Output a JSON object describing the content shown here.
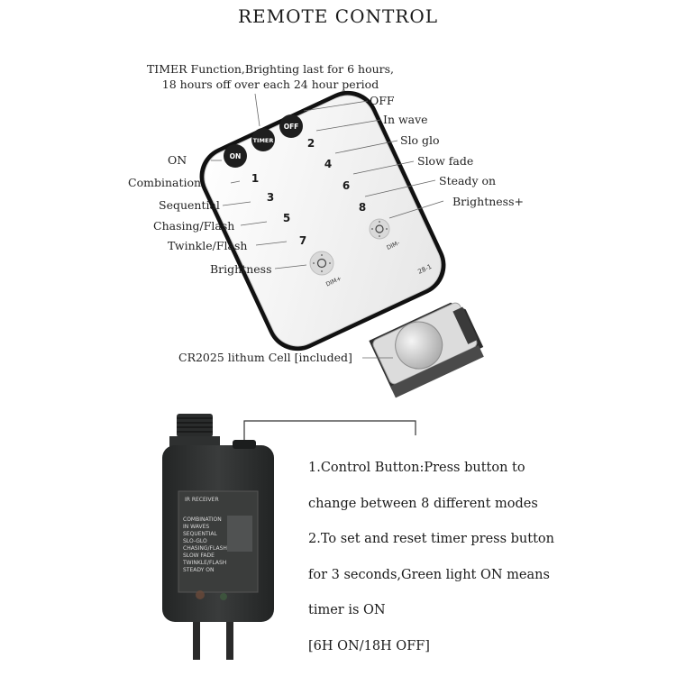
{
  "title": "REMOTE CONTROL",
  "timer_note": {
    "line1": "TIMER Function,Brighting last for 6 hours,",
    "line2": "18 hours off over each 24 hour period"
  },
  "left_labels": {
    "on": "ON",
    "combination": "Combination",
    "sequential": "Sequential",
    "chasing": "Chasing/Flash",
    "twinkle": "Twinkle/Flash",
    "brightness": "Brightness"
  },
  "right_labels": {
    "off": "OFF",
    "in_wave": "In wave",
    "slo_glo": "Slo glo",
    "slow_fade": "Slow fade",
    "steady_on": "Steady on",
    "brightness_plus": "Brightness+"
  },
  "remote": {
    "on_btn": "ON",
    "timer_btn": "TIMER",
    "off_btn": "OFF",
    "numbers": [
      "1",
      "2",
      "3",
      "4",
      "5",
      "6",
      "7",
      "8"
    ],
    "dim_minus": "DIM-",
    "dim_plus": "DIM+",
    "model": "28-1"
  },
  "battery_label": "CR2025 lithum Cell [included]",
  "adapter": {
    "header": "IR RECEIVER",
    "modes": [
      "COMBINATION",
      "IN WAVES",
      "SEQUENTIAL",
      "SLO-GLO",
      "CHASING/FLASH",
      "SLOW FADE",
      "TWINKLE/FLASH",
      "STEADY ON"
    ]
  },
  "description": {
    "line1": "1.Control Button:Press button to",
    "line2": "change between 8 different modes",
    "line3": "2.To set and reset timer press button",
    "line4": "for 3 seconds,Green light ON means",
    "line5": "timer is ON",
    "line6": "[6H ON/18H OFF]"
  },
  "colors": {
    "remote_body": "#f4f4f4",
    "remote_dark": "#1e1e1e",
    "adapter_body": "#2b2d2d",
    "text": "#222222"
  }
}
